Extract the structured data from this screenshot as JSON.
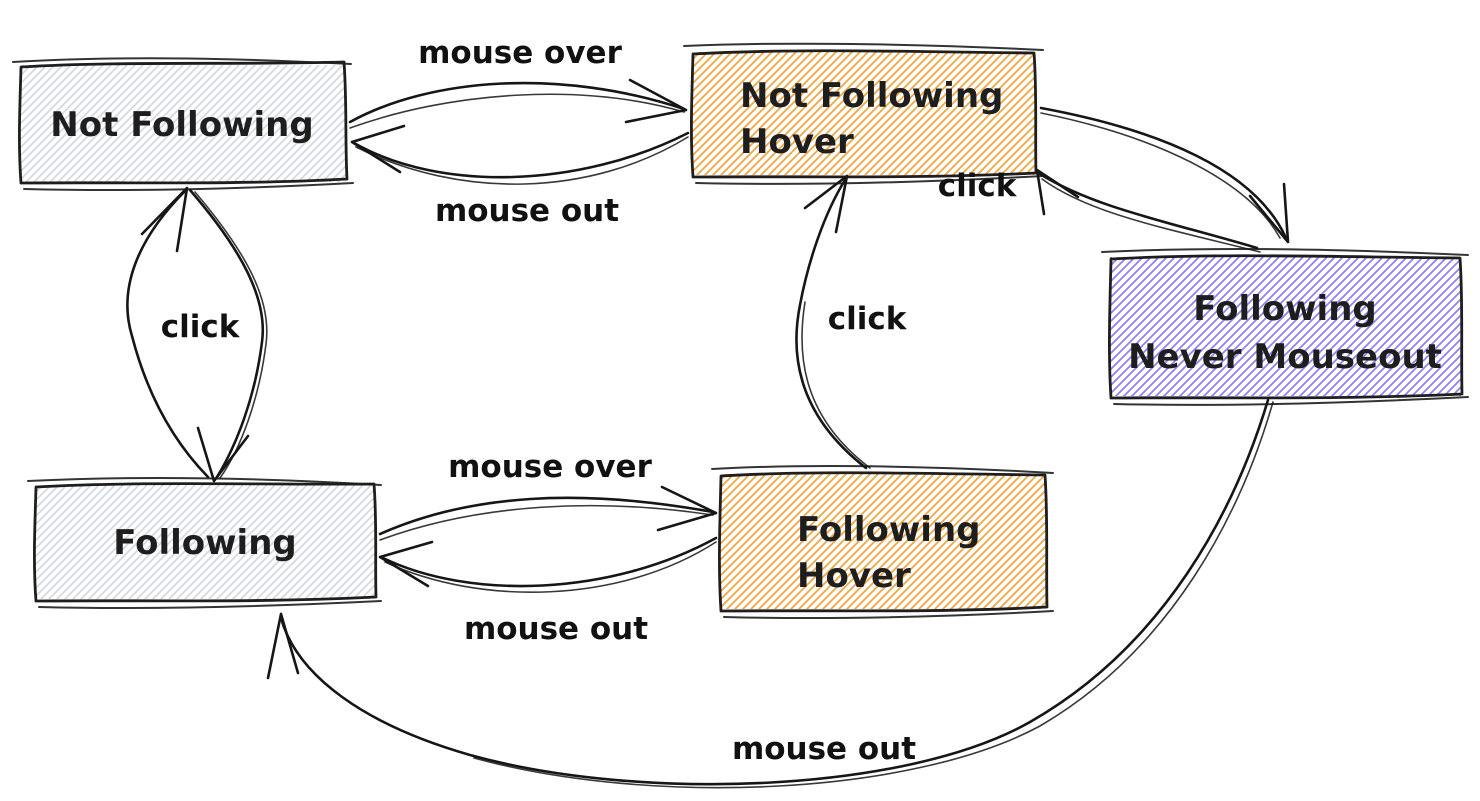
{
  "diagram": {
    "type": "state-diagram",
    "style": "hand-drawn",
    "background": "#ffffff",
    "stroke_color": "#1e1e1e",
    "colors": {
      "gray_hatch": "#ccd3dc",
      "orange_hatch": "#f0a236",
      "purple_hatch": "#8d7af3"
    },
    "nodes": {
      "not_following": {
        "label": "Not Following",
        "hatch_color": "#ccd3dc"
      },
      "not_following_hover": {
        "line1": "Not Following",
        "line2": "Hover",
        "hatch_color": "#f0a236"
      },
      "following_never_mouseout": {
        "line1": "Following",
        "line2": "Never Mouseout",
        "hatch_color": "#8d7af3"
      },
      "following": {
        "label": "Following",
        "hatch_color": "#ccd3dc"
      },
      "following_hover": {
        "line1": "Following",
        "line2": "Hover",
        "hatch_color": "#f0a236"
      }
    },
    "edges": {
      "mouse_over_top": {
        "label": "mouse over",
        "from": "not_following",
        "to": "not_following_hover"
      },
      "mouse_out_top": {
        "label": "mouse out",
        "from": "not_following_hover",
        "to": "not_following"
      },
      "click_left": {
        "label": "click",
        "from": "not_following",
        "to": "following",
        "bidirectional": true
      },
      "click_middle": {
        "label": "click",
        "from": "following_hover",
        "to": "not_following_hover"
      },
      "click_right": {
        "label": "click",
        "from": "not_following_hover",
        "to": "following_never_mouseout",
        "bidirectional": true
      },
      "mouse_over_bottom": {
        "label": "mouse over",
        "from": "following",
        "to": "following_hover"
      },
      "mouse_out_bottom": {
        "label": "mouse out",
        "from": "following_hover",
        "to": "following"
      },
      "mouse_out_long": {
        "label": "mouse out",
        "from": "following_never_mouseout",
        "to": "following"
      }
    }
  }
}
